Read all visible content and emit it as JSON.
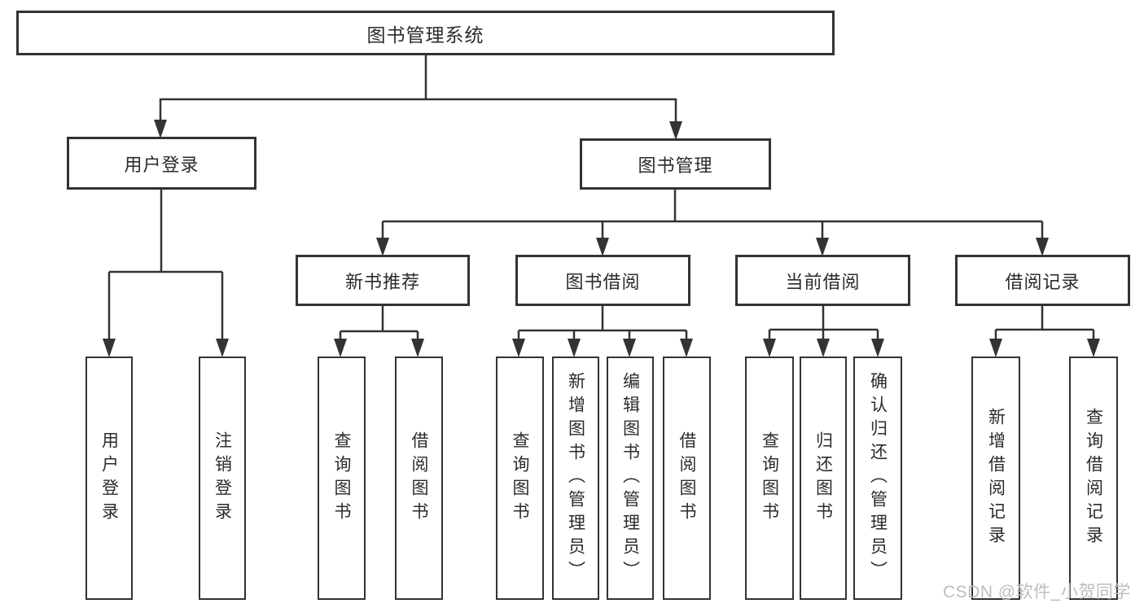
{
  "diagram": {
    "root": {
      "label": "图书管理系统"
    },
    "user_login": {
      "label": "用户登录",
      "children": [
        {
          "label": "用户登录"
        },
        {
          "label": "注销登录"
        }
      ]
    },
    "book_manage": {
      "label": "图书管理",
      "sections": [
        {
          "label": "新书推荐",
          "children": [
            {
              "label": "查询图书"
            },
            {
              "label": "借阅图书"
            }
          ]
        },
        {
          "label": "图书借阅",
          "children": [
            {
              "label": "查询图书"
            },
            {
              "label": "新增图书（管理员）"
            },
            {
              "label": "编辑图书（管理员）"
            },
            {
              "label": "借阅图书"
            }
          ]
        },
        {
          "label": "当前借阅",
          "children": [
            {
              "label": "查询图书"
            },
            {
              "label": "归还图书"
            },
            {
              "label": "确认归还（管理员）"
            }
          ]
        },
        {
          "label": "借阅记录",
          "children": [
            {
              "label": "新增借阅记录"
            },
            {
              "label": "查询借阅记录"
            }
          ]
        }
      ]
    }
  },
  "watermark": {
    "text": "CSDN @软件_小贺同学"
  },
  "colors": {
    "line": "#333333",
    "box_border": "#333333",
    "box_fill": "#ffffff",
    "text": "#2b2b2b",
    "watermark": "#bdbdbd",
    "background": "#ffffff"
  }
}
